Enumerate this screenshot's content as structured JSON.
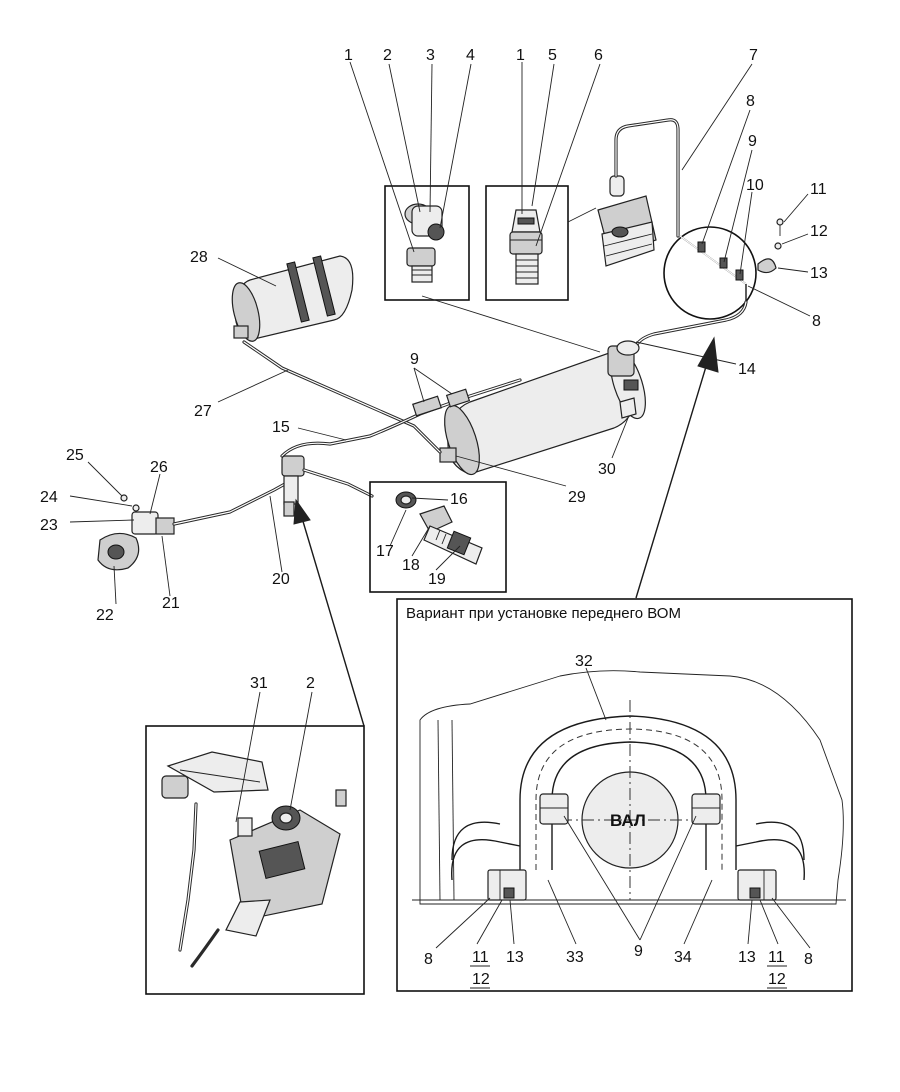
{
  "caption": "Вариант при установке переднего ВОМ",
  "shaft_label": "ВАЛ",
  "callouts": {
    "c1a": "1",
    "c2a": "2",
    "c3": "3",
    "c4": "4",
    "c1b": "1",
    "c5": "5",
    "c6": "6",
    "c7": "7",
    "c8a": "8",
    "c9a": "9",
    "c10": "10",
    "c11a": "11",
    "c12a": "12",
    "c13a": "13",
    "c8b": "8",
    "c14": "14",
    "c28": "28",
    "c9b": "9",
    "c27": "27",
    "c15": "15",
    "c30": "30",
    "c29": "29",
    "c25": "25",
    "c26": "26",
    "c24": "24",
    "c23": "23",
    "c16": "16",
    "c17": "17",
    "c18": "18",
    "c19": "19",
    "c20": "20",
    "c21": "21",
    "c22": "22",
    "c31": "31",
    "c2b": "2",
    "c32": "32",
    "c8c": "8",
    "c11b": "11",
    "c12b": "12",
    "c13b": "13",
    "c33": "33",
    "c9c": "9",
    "c34": "34",
    "c13c": "13",
    "c11c": "11",
    "c12c": "12",
    "c8d": "8"
  }
}
